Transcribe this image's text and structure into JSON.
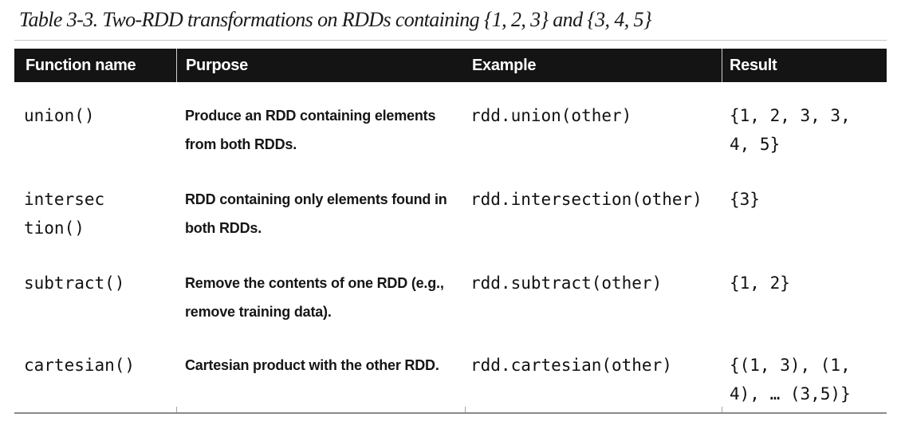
{
  "caption": "Table 3-3. Two-RDD transformations on RDDs containing {1, 2, 3} and {3, 4, 5}",
  "table": {
    "columns": [
      "Function name",
      "Purpose",
      "Example",
      "Result"
    ],
    "rows": [
      {
        "function": "union()",
        "purpose": "Produce an RDD containing elements\nfrom both RDDs.",
        "example": "rdd.union(other)",
        "result": "{1, 2, 3, 3,\n4, 5}"
      },
      {
        "function": "intersec\ntion()",
        "purpose": "RDD containing only elements found in\nboth RDDs.",
        "example": "rdd.intersection(other)",
        "result": "{3}"
      },
      {
        "function": "subtract()",
        "purpose": "Remove the contents of one RDD (e.g.,\nremove training data).",
        "example": "rdd.subtract(other)",
        "result": "{1, 2}"
      },
      {
        "function": "cartesian()",
        "purpose": "Cartesian product with the other RDD.",
        "example": "rdd.cartesian(other)",
        "result": "{(1, 3), (1,\n4), … (3,5)}"
      }
    ]
  },
  "colors": {
    "header_bg": "#141414",
    "header_text": "#ffffff",
    "body_text": "#111111",
    "rule_top": "#c6c6c6",
    "rule_bottom": "#8a8a8a"
  }
}
